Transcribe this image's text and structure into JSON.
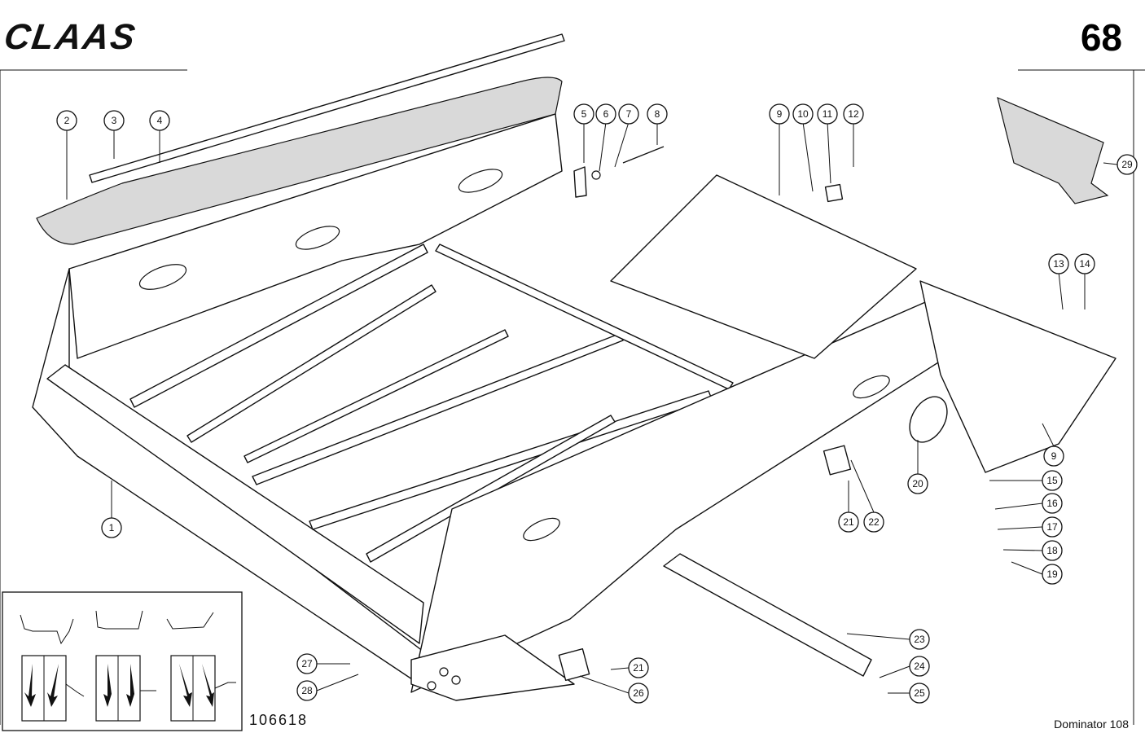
{
  "header": {
    "brand": "CLAAS",
    "page_number": "68"
  },
  "footer": {
    "drawing_number": "106618",
    "model": "Dominator 108"
  },
  "callouts": [
    "1",
    "2",
    "3",
    "4",
    "5",
    "6",
    "7",
    "8",
    "9",
    "10",
    "11",
    "12",
    "13",
    "14",
    "9",
    "15",
    "16",
    "17",
    "18",
    "19",
    "20",
    "21",
    "22",
    "23",
    "24",
    "25",
    "21",
    "26",
    "27",
    "28",
    "29"
  ],
  "colors": {
    "ink": "#111111",
    "paper": "#ffffff",
    "shading": "#d9d9d9"
  },
  "icons": [
    "straw-walker-sectional-view",
    "airflow-arrow"
  ]
}
